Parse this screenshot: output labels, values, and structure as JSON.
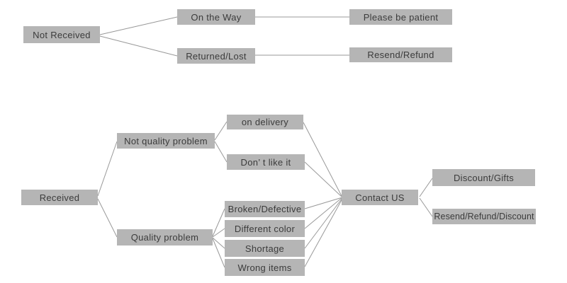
{
  "diagram": {
    "type": "flowchart",
    "colors": {
      "node_fill": "#b5b5b5",
      "node_text": "#3b3b3b",
      "edge_line": "#999999",
      "background": "#ffffff"
    },
    "nodes": {
      "not_received": "Not Received",
      "on_the_way": "On the Way",
      "please_be_patient": "Please be patient",
      "returned_lost": "Returned/Lost",
      "resend_refund": "Resend/Refund",
      "received": "Received",
      "not_quality_problem": "Not quality problem",
      "on_delivery": "on delivery",
      "dont_like_it": "Don’ t like it",
      "quality_problem": "Quality problem",
      "broken_defective": "Broken/Defective",
      "different_color": "Different color",
      "shortage": "Shortage",
      "wrong_items": "Wrong items",
      "contact_us": "Contact US",
      "discount_gifts": "Discount/Gifts",
      "resend_refund_discount": "Resend/Refund/Discount"
    },
    "edges": [
      {
        "from": "not_received",
        "to": "on_the_way"
      },
      {
        "from": "not_received",
        "to": "returned_lost"
      },
      {
        "from": "on_the_way",
        "to": "please_be_patient"
      },
      {
        "from": "returned_lost",
        "to": "resend_refund"
      },
      {
        "from": "received",
        "to": "not_quality_problem"
      },
      {
        "from": "received",
        "to": "quality_problem"
      },
      {
        "from": "not_quality_problem",
        "to": "on_delivery"
      },
      {
        "from": "not_quality_problem",
        "to": "dont_like_it"
      },
      {
        "from": "quality_problem",
        "to": "broken_defective"
      },
      {
        "from": "quality_problem",
        "to": "different_color"
      },
      {
        "from": "quality_problem",
        "to": "shortage"
      },
      {
        "from": "quality_problem",
        "to": "wrong_items"
      },
      {
        "from": "on_delivery",
        "to": "contact_us"
      },
      {
        "from": "dont_like_it",
        "to": "contact_us"
      },
      {
        "from": "broken_defective",
        "to": "contact_us"
      },
      {
        "from": "different_color",
        "to": "contact_us"
      },
      {
        "from": "shortage",
        "to": "contact_us"
      },
      {
        "from": "wrong_items",
        "to": "contact_us"
      },
      {
        "from": "contact_us",
        "to": "discount_gifts"
      },
      {
        "from": "contact_us",
        "to": "resend_refund_discount"
      }
    ]
  }
}
